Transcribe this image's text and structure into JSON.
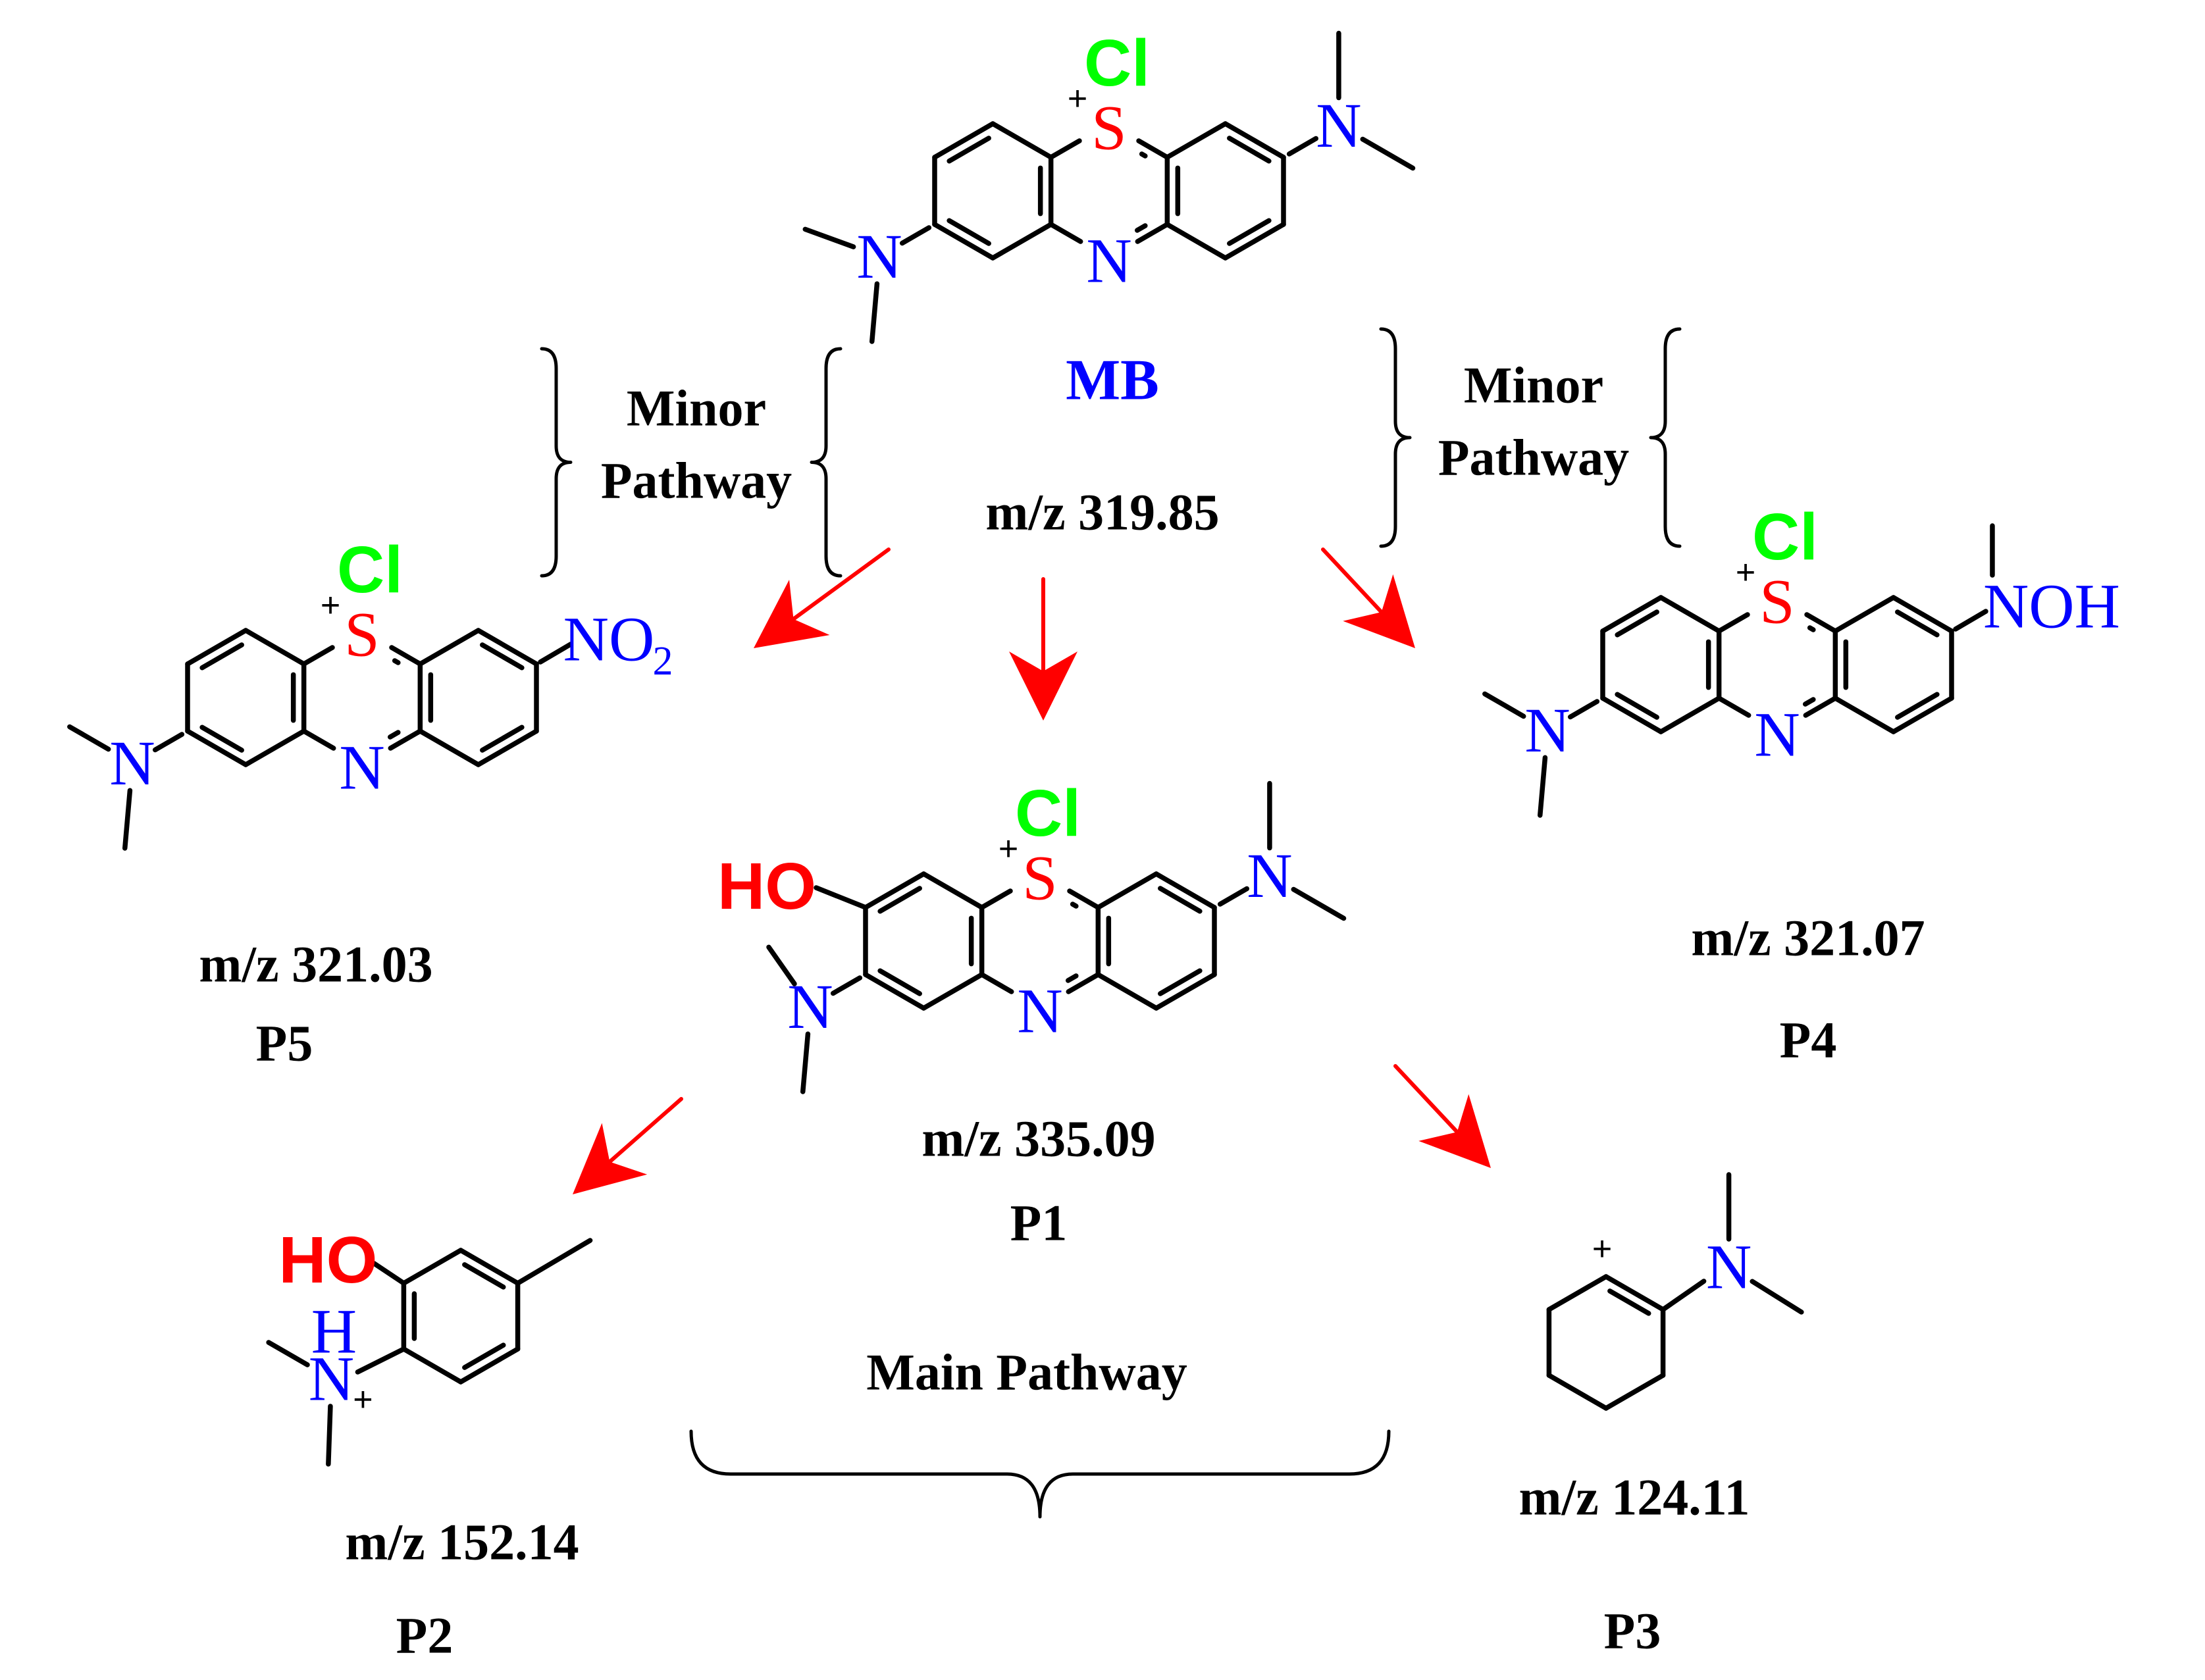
{
  "colors": {
    "nitrogen": "#0000ff",
    "sulfur": "#ff0000",
    "chlorine": "#00ff00",
    "oxygen": "#ff0000",
    "arrow": "#ff0000",
    "bond": "#000000",
    "text": "#000000"
  },
  "atoms": {
    "S": "S",
    "N": "N",
    "Cl": "Cl",
    "HO": "HO",
    "H": "H",
    "NO2": "NO",
    "NO2_sub": "2",
    "NOH": "NOH",
    "plus": "+"
  },
  "compounds": {
    "mb": {
      "name": "MB",
      "mz": "m/z 319.85"
    },
    "p1": {
      "name": "P1",
      "mz": "m/z 335.09"
    },
    "p2": {
      "name": "P2",
      "mz": "m/z 152.14"
    },
    "p3": {
      "name": "P3",
      "mz": "m/z 124.11"
    },
    "p4": {
      "name": "P4",
      "mz": "m/z 321.07"
    },
    "p5": {
      "name": "P5",
      "mz": "m/z 321.03"
    }
  },
  "pathways": {
    "minor_left": [
      "Minor",
      "Pathway"
    ],
    "minor_right": [
      "Minor",
      "Pathway"
    ],
    "main": "Main Pathway"
  },
  "icons": {
    "arrow": "red-reaction-arrow-icon",
    "brace": "curly-brace-icon"
  }
}
